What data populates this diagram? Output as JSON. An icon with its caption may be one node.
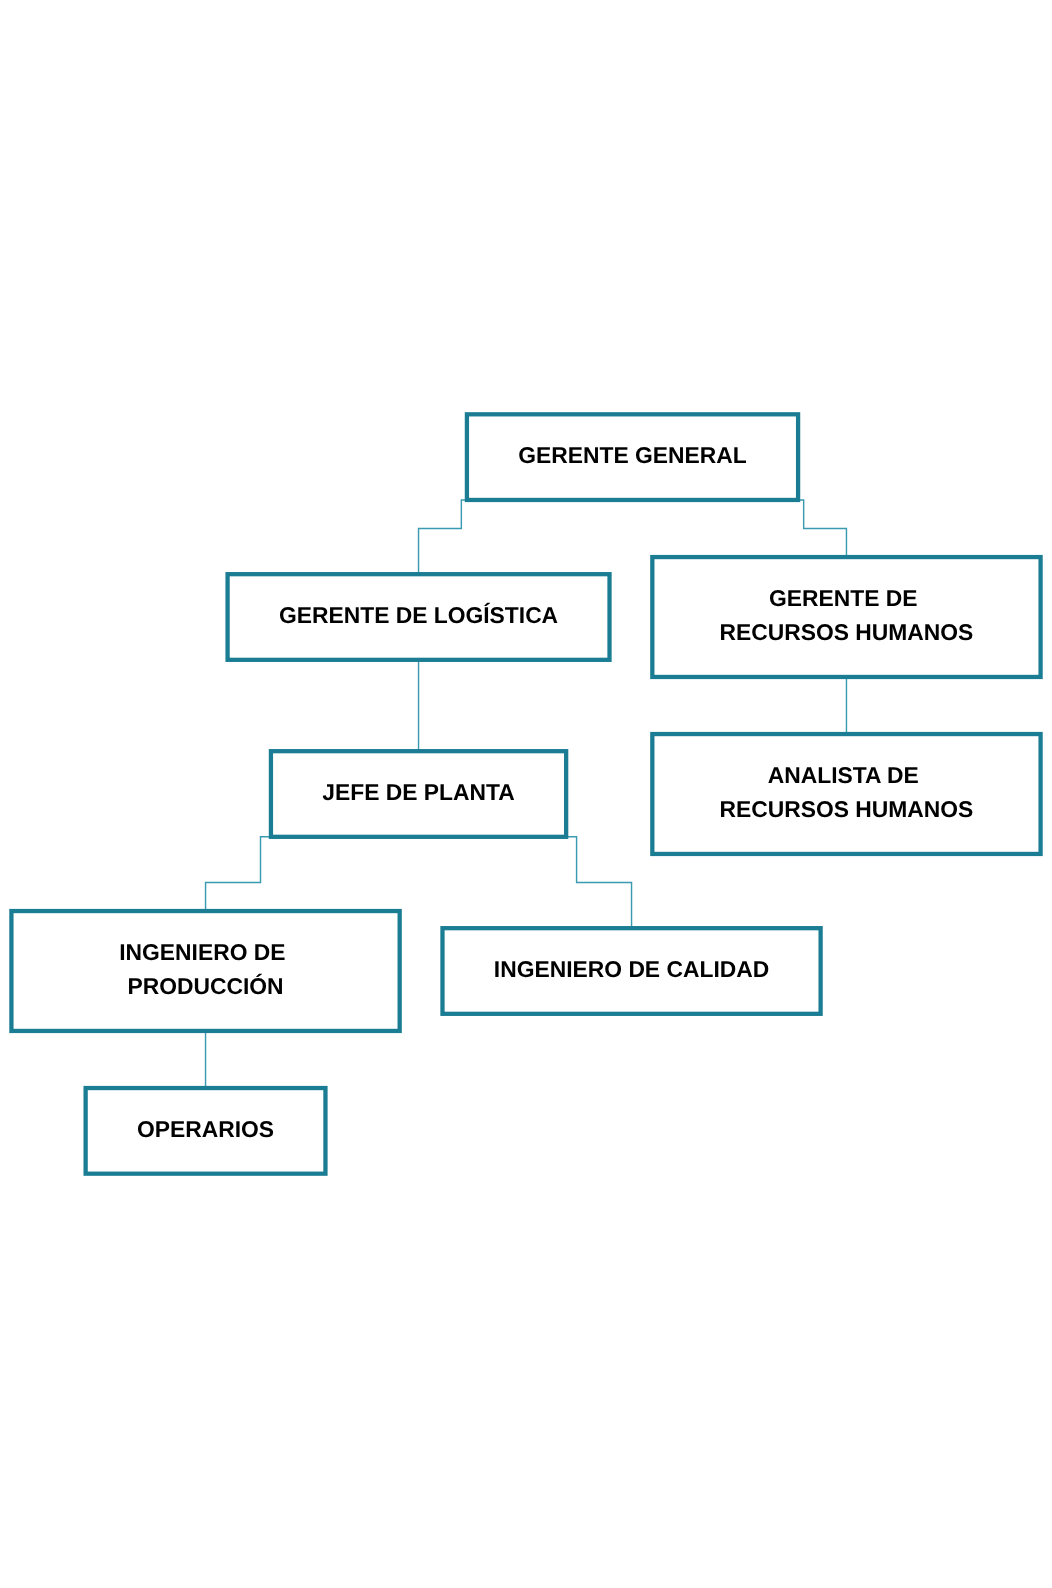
{
  "diagram": {
    "nodes": [
      {
        "text": [
          "GERENTE GENERAL"
        ]
      },
      {
        "text": [
          "GERENTE DE LOGÍSTICA"
        ]
      },
      {
        "text": [
          "GERENTE DE RECURSOS HUMANOS"
        ]
      },
      {
        "text": [
          "JEFE DE PLANTA"
        ]
      },
      {
        "text": [
          "ANALISTA DE RECURSOS HUMANOS"
        ]
      },
      {
        "text": [
          "INGENIERO DE PRODUCCIÓN"
        ]
      },
      {
        "text": [
          "INGENIERO DE CALIDAD"
        ]
      },
      {
        "text": [
          "OPERARIOS"
        ]
      }
    ],
    "edges": [
      {
        "from": 0,
        "to": 1,
        "arrow": "none"
      },
      {
        "from": 0,
        "to": 2,
        "arrow": "none"
      },
      {
        "from": 1,
        "to": 3,
        "arrow": "none"
      },
      {
        "from": 2,
        "to": 4,
        "arrow": "none"
      },
      {
        "from": 3,
        "to": 5,
        "arrow": "none"
      },
      {
        "from": 3,
        "to": 6,
        "arrow": "none"
      },
      {
        "from": 5,
        "to": 7,
        "arrow": "none"
      }
    ]
  }
}
